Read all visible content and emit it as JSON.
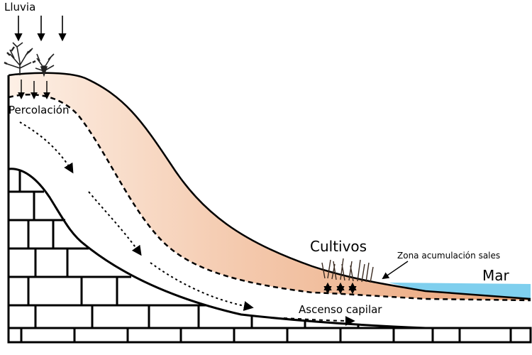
{
  "labels": {
    "rain": "Lluvia",
    "percolation": "Percolación",
    "crops": "Cultivos",
    "salt_zone": "Zona acumulación sales",
    "sea": "Mar",
    "capillary": "Ascenso capilar"
  },
  "colors": {
    "soil_band": "#efaa80",
    "soil_band_light": "#fdf0e6",
    "sea": "#7fcfee",
    "ink": "#000000",
    "background": "#ffffff"
  }
}
